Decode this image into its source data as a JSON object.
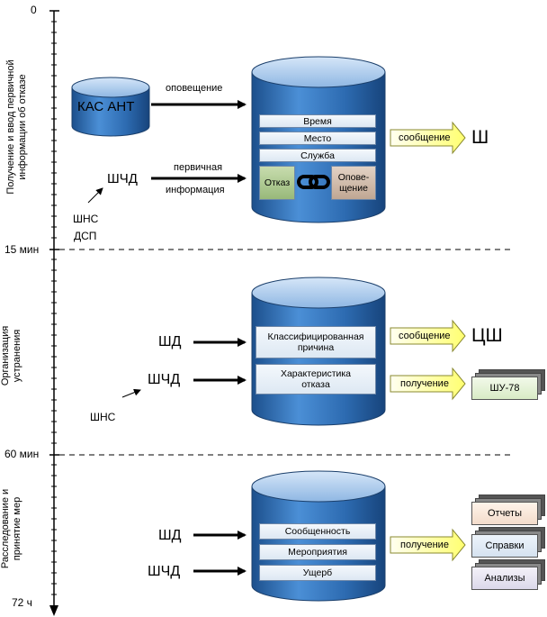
{
  "timeline": {
    "ticks": [
      "0",
      "15 мин",
      "60 мин",
      "72 ч"
    ],
    "phases": [
      "Получение и ввод первичной информации об отказе",
      "Организация устранения",
      "Расследование и принятие мер"
    ]
  },
  "stage1": {
    "kas_ant": "КАС АНТ",
    "notification_label": "оповещение",
    "shchd": "ШЧД",
    "primary_info_line1": "первичная",
    "primary_info_line2": "информация",
    "shns_dsp_line1": "ШНС",
    "shns_dsp_line2": "ДСП",
    "fields": [
      "Время",
      "Место",
      "Служба"
    ],
    "refusal": "Отказ",
    "alert_line1": "Опове-",
    "alert_line2": "щение",
    "message_label": "сообщение",
    "recipient": "Ш"
  },
  "stage2": {
    "shd": "ШД",
    "shchd": "ШЧД",
    "shns": "ШНС",
    "fields": [
      {
        "line1": "Классифицированная",
        "line2": "причина"
      },
      {
        "line1": "Характеристика",
        "line2": "отказа"
      }
    ],
    "message_label": "сообщение",
    "recipient": "ЦШ",
    "receipt_label": "получение",
    "document": "ШУ-78"
  },
  "stage3": {
    "shd": "ШД",
    "shchd": "ШЧД",
    "fields": [
      "Сообщенность",
      "Мероприятия",
      "Ущерб"
    ],
    "receipt_label": "получение",
    "documents": [
      "Отчеты",
      "Справки",
      "Анализы"
    ]
  },
  "colors": {
    "cylinder_top": "#a9c8ec",
    "cylinder_body": "#2e6db0",
    "arrow_fill": "#ffff99",
    "refusal_fill": "#a9c68a",
    "alert_fill": "#cdb7a5"
  }
}
